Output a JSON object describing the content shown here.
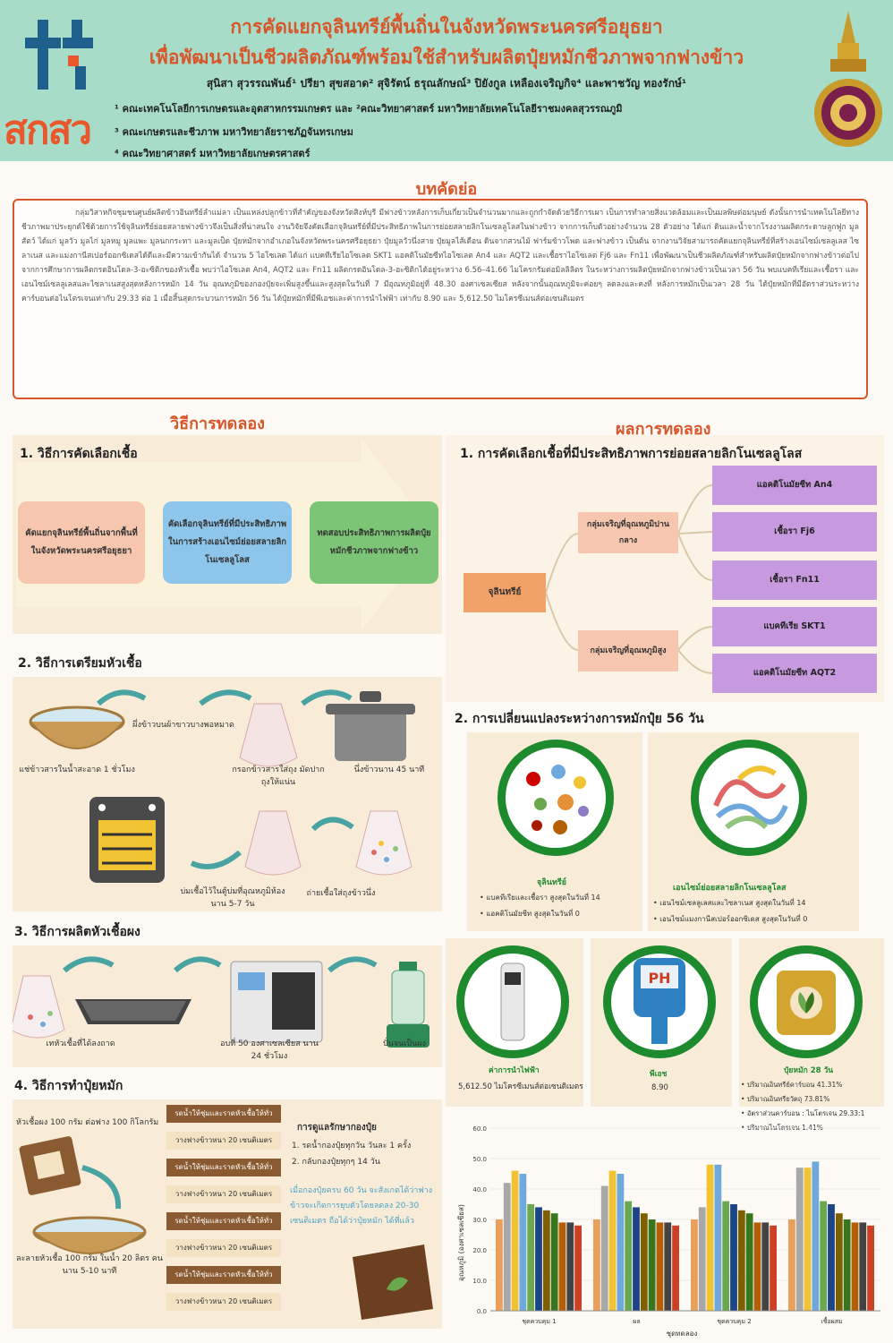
{
  "header": {
    "logo_text": "สกสว",
    "title_line1": "การคัดแยกจุลินทรีย์พื้นถิ่นในจังหวัดพระนครศรีอยุธยา",
    "title_line2": "เพื่อพัฒนาเป็นชีวผลิตภัณฑ์พร้อมใช้สำหรับผลิตปุ๋ยหมักชีวภาพจากฟางข้าว",
    "authors": "สุนิสา สุวรรณพันธ์¹ ปรียา สุขสอาด² สุจิรัตน์ ธรุณลักษณ์³ ปิยังกูล เหลืองเจริญกิจ⁴ และพาชวัญ ทองรักษ์¹",
    "affiliation1": "¹ คณะเทคโนโลยีการเกษตรและอุตสาหกรรมเกษตร และ ²คณะวิทยาศาสตร์ มหาวิทยาลัยเทคโนโลยีราชมงคลสุวรรณภูมิ",
    "affiliation2": "³ คณะเกษตรและชีวภาพ มหาวิทยาลัยราชภัฏจันทรเกษม",
    "affiliation3": "⁴ คณะวิทยาศาสตร์ มหาวิทยาลัยเกษตรศาสตร์"
  },
  "abstract": {
    "heading": "บทคัดย่อ",
    "text": "กลุ่มวิสาหกิจชุมชนศูนย์ผลิตข้าวอินทรีย์ลำแม่ลา เป็นแหล่งปลูกข้าวที่สำคัญของจังหวัดสิงห์บุรี มีฟางข้าวหลังการเก็บเกี่ยวเป็นจำนวนมากและถูกกำจัดด้วยวิธีการเผา เป็นการทำลายสิ่งแวดล้อมและเป็นมลพิษต่อมนุษย์ ดังนั้นการนำเทคโนโลยีทางชีวภาพมาประยุกต์ใช้ด้วยการใช้จุลินทรีย์ย่อยสลายฟางข้าวจึงเป็นสิ่งที่น่าสนใจ งานวิจัยจึงคัดเลือกจุลินทรีย์ที่มีประสิทธิภาพในการย่อยสลายลิกโนเซลลูโลสในฟางข้าว จากการเก็บตัวอย่างจำนวน 28 ตัวอย่าง ได้แก่ ดินและน้ำจากโรงงานผลิตกระดาษลูกฟูก มูลสัตว์ ได้แก่ มูลวัว มูลไก่ มูลหมู มูลแพะ มูลนกกระทา และมูลเป็ด ปุ๋ยหมักจากอำเภอในจังหวัดพระนครศรีอยุธยา ปุ๋ยมูลวัวนึ่งสาย ปุ๋ยมูลไส้เดือน ดินจากสวนไม้ ฟาร์มข้าวโพด และฟางข้าว เป็นต้น จากงานวิจัยสามารถคัดแยกจุลินทรีย์ที่สร้างเอนไซม์เซลลูเลส ไซลาเนส และแมงกานีสเปอร์ออกซิเดสได้ดีและมีความเข้ากันได้ จำนวน 5 ไอโซเลต ได้แก่ แบคทีเรียไอโซเลต SKT1 แอคติโนมัยซีทไอโซเลต An4 และ AQT2 และเชื้อราไอโซเลต Fj6 และ Fn11 เพื่อพัฒนาเป็นชีวผลิตภัณฑ์สำหรับผลิตปุ๋ยหมักจากฟางข้าวต่อไป จากการศึกษาการผลิตกรดอินโดล-3-อะซิติกของหัวเชื้อ พบว่าไอโซเลต An4, AQT2 และ Fn11 ผลิตกรดอินโดล-3-อะซิติกได้อยู่ระหว่าง 6.56–41.66 ไมโครกรัมต่อมิลลิลิตร ในระหว่างการผลิตปุ๋ยหมักจากฟางข้าวเป็นเวลา 56 วัน พบแบคทีเรียและเชื้อรา และเอนไซม์เซลลูเลสและไซลาเนสสูงสุดหลังการหมัก 14 วัน อุณหภูมิของกองปุ๋ยจะเพิ่มสูงขึ้นและสูงสุดในวันที่ 7 มีอุณหภูมิอยู่ที่ 48.30 องศาเซลเซียส หลังจากนั้นอุณหภูมิจะค่อยๆ ลดลงและคงที่ หลังการหมักเป็นเวลา 28 วัน ได้ปุ๋ยหมักที่มีอัตราส่วนระหว่างคาร์บอนต่อไนโตรเจนเท่ากับ 29.33 ต่อ 1 เมื่อสิ้นสุดกระบวนการหมัก 56 วัน ได้ปุ๋ยหมักที่มีพีเอชและค่าการนำไฟฟ้า เท่ากับ 8.90 และ 5,612.50 ไมโครซีเมนส์ต่อเซนติเมตร"
  },
  "methods": {
    "heading": "วิธีการทดลอง",
    "m1": {
      "title": "1. วิธีการคัดเลือกเชื้อ",
      "steps": [
        "คัดแยกจุลินทรีย์พื้นถิ่นจากพื้นที่ในจังหวัดพระนครศรีอยุธยา",
        "คัดเลือกจุลินทรีย์ที่มีประสิทธิภาพในการสร้างเอนไซม์ย่อยสลายลิกโนเซลลูโลส",
        "ทดสอบประสิทธิภาพการผลิตปุ๋ยหมักชีวภาพจากฟางข้าว"
      ]
    },
    "m2": {
      "title": "2. วิธีการเตรียมหัวเชื้อ",
      "cap_soak": "แช่ข้าวสารในน้ำสะอาด 1 ชั่วโมง",
      "cap_drain": "ผึ่งข้าวบนผ้าขาวบางพอหมาด",
      "cap_bag": "กรอกข้าวสารใส่ถุง มัดปากถุงให้แน่น",
      "cap_steam": "นึ่งข้าวนาน 45 นาที",
      "cap_incubate": "บ่มเชื้อไว้ในตู้บ่มที่อุณหภูมิห้อง นาน 5-7 วัน",
      "cap_inoculate": "ถ่ายเชื้อใส่ถุงข้าวนึ่ง"
    },
    "m3": {
      "title": "3. วิธีการผลิตหัวเชื้อผง",
      "cap_tray": "เทหัวเชื้อที่ได้ลงถาด",
      "cap_oven": "อบที่ 50 องศาเซลเซียส นาน 24 ชั่วโมง",
      "cap_blend": "ปั่นจนเป็นผง"
    },
    "m4": {
      "title": "4. วิธีการทำปุ๋ยหมัก",
      "cap_powder": "หัวเชื้อผง 100 กรัม ต่อฟาง 100 กิโลกรัม",
      "cap_mix": "ละลายหัวเชื้อ 100 กรัม ในน้ำ 20 ลิตร คนนาน 5-10 นาที",
      "layers": [
        "รดน้ำให้ชุ่มและราดหัวเชื้อให้ทั่ว",
        "วางฟางข้าวหนา 20 เซนติเมตร",
        "รดน้ำให้ชุ่มและราดหัวเชื้อให้ทั่ว",
        "วางฟางข้าวหนา 20 เซนติเมตร",
        "รดน้ำให้ชุ่มและราดหัวเชื้อให้ทั่ว",
        "วางฟางข้าวหนา 20 เซนติเมตร",
        "รดน้ำให้ชุ่มและราดหัวเชื้อให้ทั่ว",
        "วางฟางข้าวหนา 20 เซนติเมตร"
      ],
      "care_title": "การดูแลรักษากองปุ๋ย",
      "care_1": "1. รดน้ำกองปุ๋ยทุกวัน วันละ 1 ครั้ง",
      "care_2": "2. กลับกองปุ๋ยทุกๆ 14 วัน",
      "note": "เมื่อกองปุ๋ยครบ 60 วัน จะสังเกตได้ว่าฟางข้าวจะเกิดการยุบตัวโดยลดลง 20-30 เซนติเมตร ถือได้ว่าปุ๋ยหมัก ได้ที่แล้ว"
    }
  },
  "results": {
    "heading": "ผลการทดลอง",
    "r1": {
      "title": "1. การคัดเลือกเชื้อที่มีประสิทธิภาพการย่อยสลายลิกโนเซลลูโลส",
      "root": "จุลินทรีย์",
      "group_mid": "กลุ่มเจริญที่อุณหภูมิปานกลาง",
      "group_high": "กลุ่มเจริญที่อุณหภูมิสูง",
      "leaves": [
        "แอคติโนมัยซีท An4",
        "เชื้อรา Fj6",
        "เชื้อรา Fn11",
        "แบคทีเรีย SKT1",
        "แอคติโนมัยซีท AQT2"
      ]
    },
    "r2": {
      "title": "2. การเปลี่ยนแปลงระหว่างการหมักปุ๋ย 56 วัน",
      "microbe_label": "จุลินทรีย์",
      "microbe_b1": "แบคทีเรียและเชื้อรา สูงสุดในวันที่ 14",
      "microbe_b2": "แอคติโนมัยซีท สูงสุดในวันที่ 0",
      "enzyme_label": "เอนไซม์ย่อยสลายลิกโนเซลลูโลส",
      "enzyme_b1": "เอนไซม์เซลลูเลสและไซลาเนส สูงสุดในวันที่ 14",
      "enzyme_b2": "เอนไซม์แมงกานีสเปอร์ออกซิเดส สูงสุดในวันที่ 0"
    },
    "r3": {
      "ec_label": "ค่าการนำไฟฟ้า",
      "ec_value": "5,612.50 ไมโครซีเมนส์ต่อเซนติเมตร",
      "ph_icon_text": "PH",
      "ph_label": "พีเอช",
      "ph_value": "8.90",
      "compost_label": "ปุ๋ยหมัก 28 วัน",
      "compost_b1": "ปริมาณอินทรีย์คาร์บอน 41.31%",
      "compost_b2": "ปริมาณอินทรียวัตถุ 73.81%",
      "compost_b3": "อัตราส่วนคาร์บอน : ไนโตรเจน 29.33:1",
      "compost_b4": "ปริมาณไนโตรเจน 1.41%"
    }
  },
  "chart_data": {
    "type": "bar",
    "ylabel": "อุณหภูมิ (องศาเซลเซียส)",
    "xlabel": "ชุดทดลอง",
    "ylim": [
      0,
      60
    ],
    "yticks": [
      "0.0",
      "10.0",
      "20.0",
      "30.0",
      "40.0",
      "50.0",
      "60.0"
    ],
    "categories": [
      "ชุดควบคุม 1",
      "ผล",
      "ชุดควบคุม 2",
      "เชื้อผสม"
    ],
    "series": [
      {
        "values": [
          30,
          30,
          30,
          30
        ],
        "color": "#e8a05a"
      },
      {
        "values": [
          42,
          41,
          34,
          47
        ],
        "color": "#a8a8a8"
      },
      {
        "values": [
          46,
          46,
          48,
          47
        ],
        "color": "#f1c232"
      },
      {
        "values": [
          45,
          45,
          48,
          49
        ],
        "color": "#6fa8dc"
      },
      {
        "values": [
          35,
          36,
          36,
          36
        ],
        "color": "#6aa84f"
      },
      {
        "values": [
          34,
          34,
          35,
          35
        ],
        "color": "#1c4587"
      },
      {
        "values": [
          33,
          32,
          33,
          32
        ],
        "color": "#7f6000"
      },
      {
        "values": [
          32,
          30,
          32,
          30
        ],
        "color": "#38761d"
      },
      {
        "values": [
          29,
          29,
          29,
          29
        ],
        "color": "#b45f06"
      },
      {
        "values": [
          29,
          29,
          29,
          29
        ],
        "color": "#434343"
      },
      {
        "values": [
          28,
          28,
          28,
          28
        ],
        "color": "#cc4125"
      }
    ]
  }
}
